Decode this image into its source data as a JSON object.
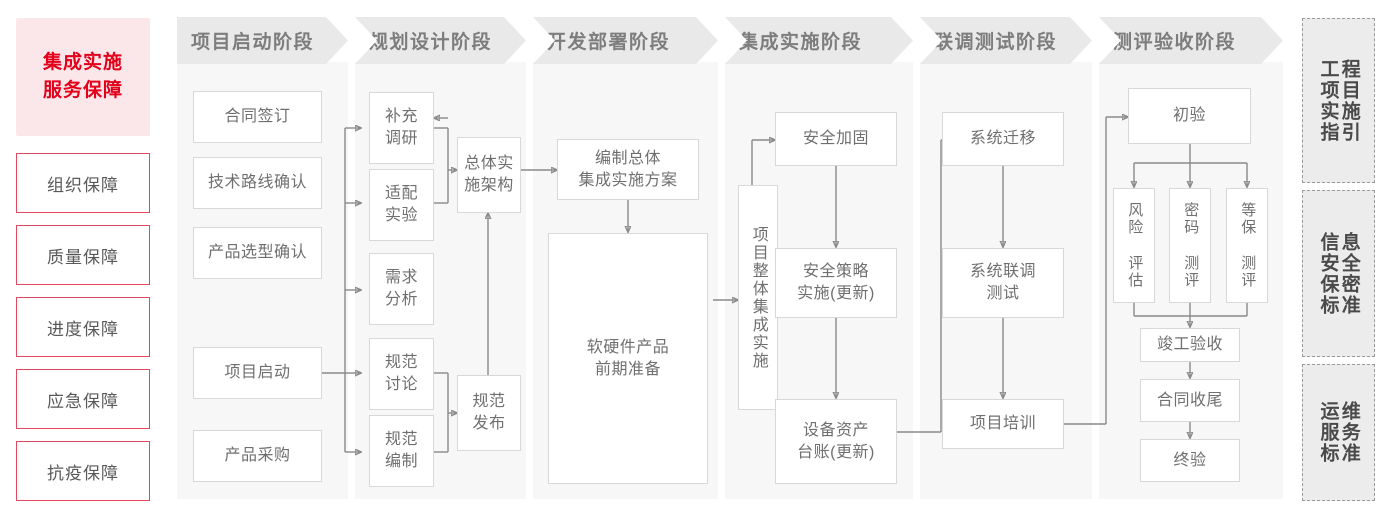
{
  "brand": {
    "line1": "集成实施",
    "line2": "服务保障",
    "bg": "#fbe7ea",
    "fg": "#e3001b"
  },
  "guarantees": [
    {
      "label": "组织保障"
    },
    {
      "label": "质量保障"
    },
    {
      "label": "进度保障"
    },
    {
      "label": "应急保障"
    },
    {
      "label": "抗疫保障"
    }
  ],
  "phases": [
    {
      "title": "项目启动阶段"
    },
    {
      "title": "规划设计阶段"
    },
    {
      "title": "开发部署阶段"
    },
    {
      "title": "集成实施阶段"
    },
    {
      "title": "联调测试阶段"
    },
    {
      "title": "测评验收阶段"
    }
  ],
  "nodes": {
    "p1": [
      {
        "label": "合同签订"
      },
      {
        "label": "技术路线确认"
      },
      {
        "label": "产品选型确认"
      },
      {
        "label": "项目启动"
      },
      {
        "label": "产品采购"
      }
    ],
    "p2": [
      {
        "label": "补充\n调研"
      },
      {
        "label": "适配\n实验"
      },
      {
        "label": "需求\n分析"
      },
      {
        "label": "规范\n讨论"
      },
      {
        "label": "规范\n编制"
      },
      {
        "label": "总体实\n施架构"
      },
      {
        "label": "规范\n发布"
      }
    ],
    "p3": [
      {
        "label": "编制总体\n集成实施方案"
      },
      {
        "label": "软硬件产品\n前期准备"
      }
    ],
    "p4": [
      {
        "label": "项目整体集成实施"
      },
      {
        "label": "安全加固"
      },
      {
        "label": "安全策略\n实施(更新)"
      },
      {
        "label": "设备资产\n台账(更新)"
      }
    ],
    "p5": [
      {
        "label": "系统迁移"
      },
      {
        "label": "系统联调\n测试"
      },
      {
        "label": "项目培训"
      }
    ],
    "p6": [
      {
        "label": "初验"
      },
      {
        "label": "风险\n评估"
      },
      {
        "label": "密码\n测评"
      },
      {
        "label": "等保\n测评"
      },
      {
        "label": "竣工验收"
      },
      {
        "label": "合同收尾"
      },
      {
        "label": "终验"
      }
    ]
  },
  "standards": [
    {
      "col_right": "程目施引",
      "col_left": "工项实指",
      "full": "工程项目实施指引"
    },
    {
      "col_right": "息全密准",
      "col_left": "信安保标",
      "full": "信息安全保密标准"
    },
    {
      "col_right": "维务准",
      "col_left": "运服标",
      "full": "运维服务标准"
    }
  ],
  "colors": {
    "panel_bg": "#f7f7f7",
    "header_bg": "#e9e9e9",
    "header_fg": "#7d7d7d",
    "node_border": "#d8d8d8",
    "node_fg": "#6f6f6f",
    "wire": "#8a8a8a",
    "accent_red": "#e3001b",
    "guard_border": "#e0485f"
  }
}
